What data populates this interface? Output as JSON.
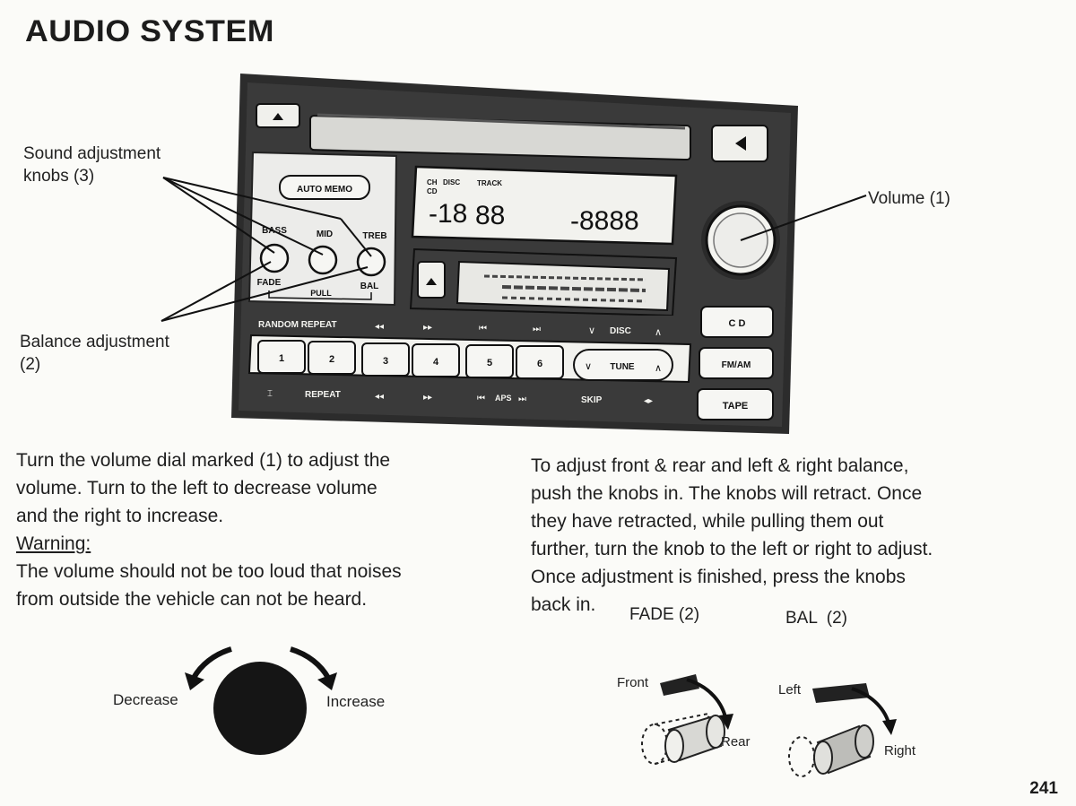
{
  "page": {
    "title": "AUDIO SYSTEM",
    "number": "241"
  },
  "callouts": {
    "sound_knobs": [
      "Sound adjustment",
      "knobs (3)"
    ],
    "volume": "Volume (1)",
    "balance": [
      "Balance adjustment",
      "(2)"
    ]
  },
  "radio": {
    "auto_memo": "AUTO MEMO",
    "bass": "BASS",
    "mid": "MID",
    "treb": "TREB",
    "fade": "FADE",
    "pull": "PULL",
    "bal": "BAL",
    "display_indicators": [
      "CH",
      "DISC",
      "TRACK",
      "CD"
    ],
    "display_digits": [
      "-18",
      "88",
      "-8888"
    ],
    "random_repeat": "RANDOM REPEAT",
    "disc": "DISC",
    "tune": "TUNE",
    "repeat": "REPEAT",
    "aps": "APS",
    "skip": "SKIP",
    "presets": [
      "1",
      "2",
      "3",
      "4",
      "5",
      "6"
    ],
    "cd_button": "C D",
    "fmam_button": "FM/AM",
    "tape_button": "TAPE"
  },
  "left_column": {
    "paragraph_lines": [
      "Turn the volume dial marked (1) to adjust the",
      "volume.  Turn to the left to decrease volume",
      "and the right to increase."
    ],
    "warning_heading": "Warning:",
    "warning_lines": [
      "The volume should not be too loud that noises",
      "from outside the vehicle can not be heard."
    ]
  },
  "right_column": {
    "paragraph_lines": [
      "To adjust front & rear and left & right balance,",
      "push the knobs in.  The knobs will retract.  Once",
      "they have retracted, while pulling them out",
      "further, turn the knob to the left or right to adjust.",
      "Once adjustment is finished, press the knobs",
      "back in."
    ],
    "fade_label": "FADE (2)",
    "bal_label": "BAL  (2)"
  },
  "volume_diagram": {
    "decrease": "Decrease",
    "increase": "Increase"
  },
  "fade_diagram": {
    "front": "Front",
    "rear": "Rear"
  },
  "bal_diagram": {
    "left": "Left",
    "right": "Right"
  }
}
